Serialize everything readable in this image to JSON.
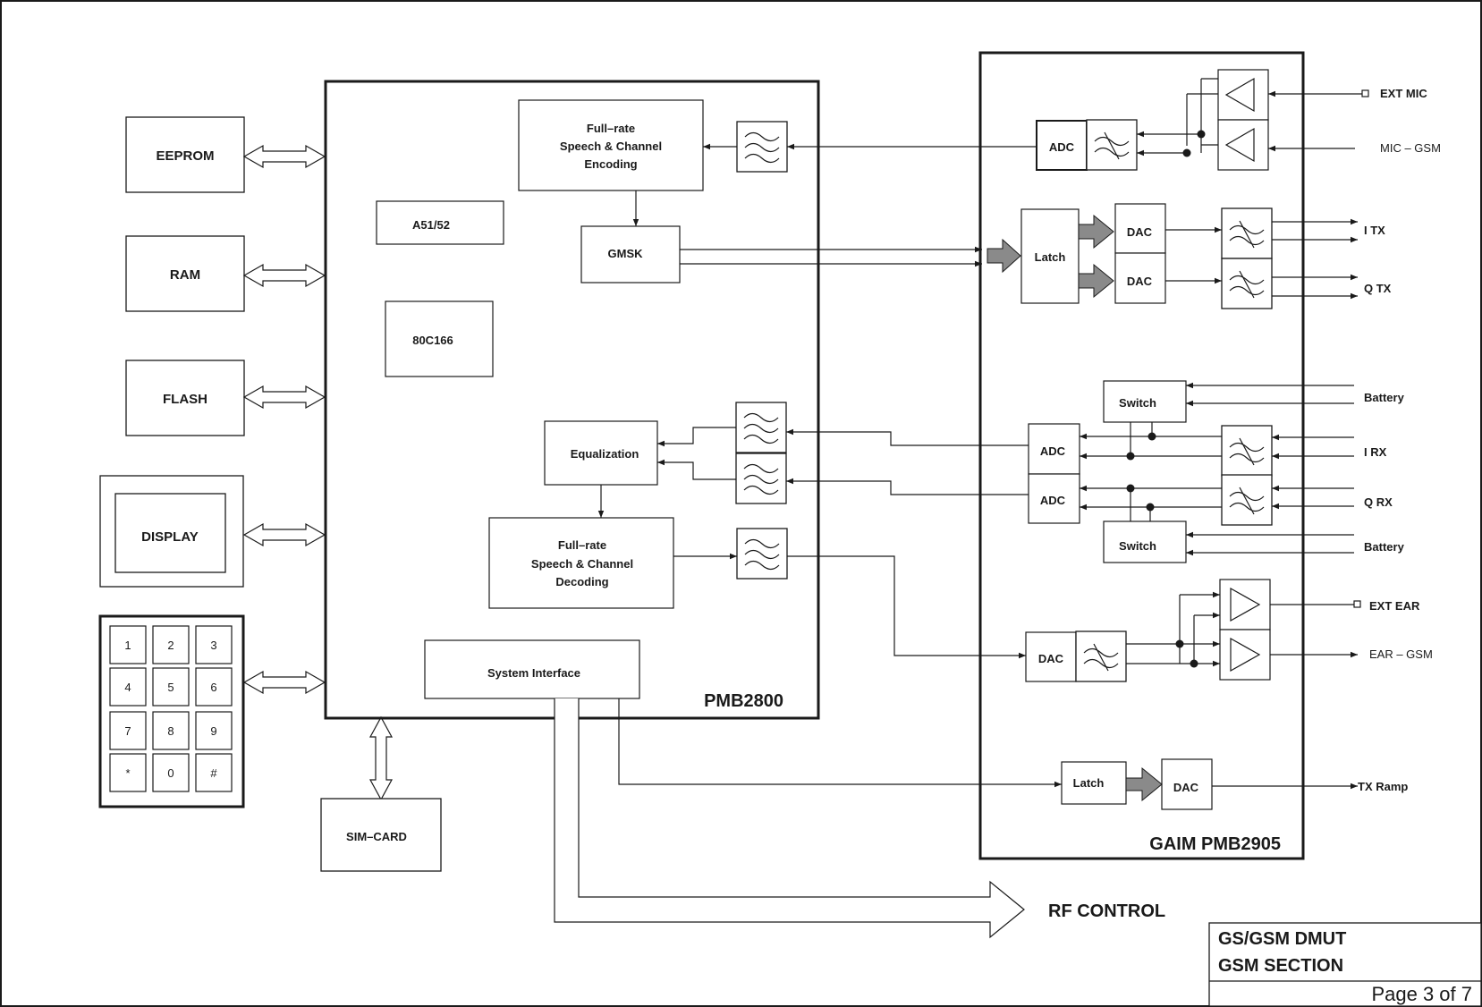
{
  "blocks": {
    "eeprom": "EEPROM",
    "ram": "RAM",
    "flash": "FLASH",
    "display": "DISPLAY",
    "keypad": [
      "1",
      "2",
      "3",
      "4",
      "5",
      "6",
      "7",
      "8",
      "9",
      "*",
      "0",
      "#"
    ],
    "sim_card": "SIM–CARD",
    "pmb2800": "PMB2800",
    "a51": "A51/52",
    "cpu": "80C166",
    "encoder": [
      "Full–rate",
      "Speech & Channel",
      "Encoding"
    ],
    "gmsk": "GMSK",
    "equalization": "Equalization",
    "decoder": [
      "Full–rate",
      "Speech & Channel",
      "Decoding"
    ],
    "system_interface": "System Interface",
    "gaim": "GAIM PMB2905",
    "adc": "ADC",
    "dac": "DAC",
    "latch": "Latch",
    "switch": "Switch",
    "rf_control": "RF CONTROL"
  },
  "signals": {
    "ext_mic": "EXT MIC",
    "mic_gsm": "MIC – GSM",
    "i_tx": "I TX",
    "q_tx": "Q TX",
    "battery": "Battery",
    "i_rx": "I RX",
    "q_rx": "Q RX",
    "ext_ear": "EXT EAR",
    "ear_gsm": "EAR – GSM",
    "tx_ramp": "TX Ramp"
  },
  "title_block": {
    "line1": "GS/GSM DMUT",
    "line2": "GSM SECTION",
    "page": "Page 3 of 7"
  }
}
